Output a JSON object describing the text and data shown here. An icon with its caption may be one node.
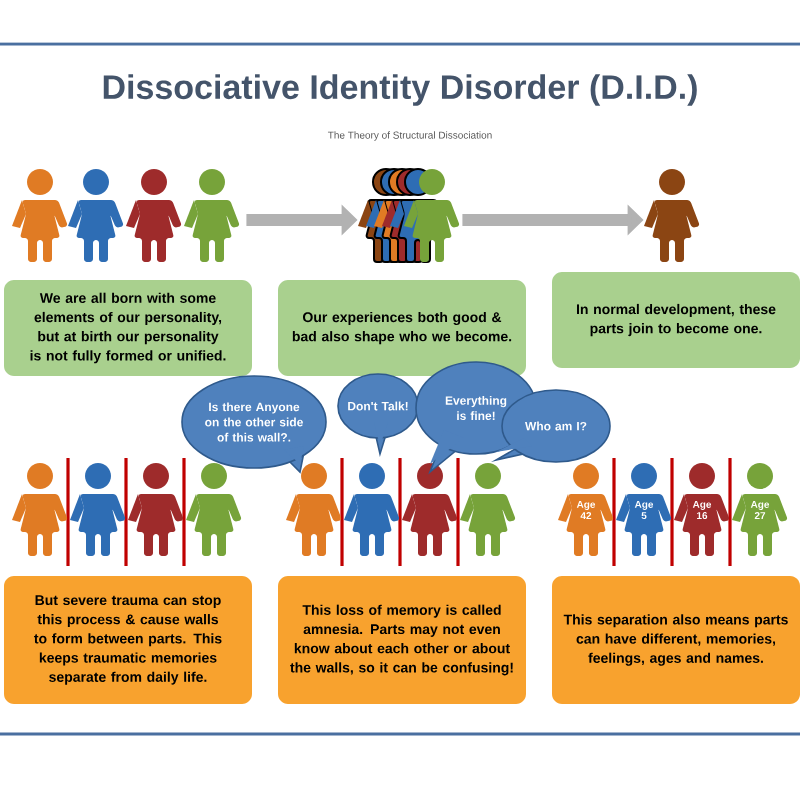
{
  "diagram": {
    "title": "Dissociative Identity Disorder (D.I.D.)",
    "nodes": [
      {
        "text": [],
        "shape": "person"
      },
      {
        "text": [],
        "shape": "person"
      },
      {
        "text": [],
        "shape": "person"
      },
      {
        "text": [
          "We are all born with some elements of our personality, but at birth our personality is not fully formed or unified."
        ]
      },
      {
        "text": [
          "Our experiences both good & bad also shape who we become."
        ]
      },
      {
        "text": [
          "In normal development, these parts join to become one."
        ]
      },
      {
        "text": [
          "Is there Anyone on the other side of this wall?."
        ]
      },
      {
        "text": [
          "Don't Talk!"
        ]
      },
      {
        "text": [
          "Everything is fine!"
        ]
      },
      {
        "text": [
          "Who am I?"
        ]
      },
      {
        "text": [
          "But severe trauma can stop this process & cause walls to form between parts. This keeps traumatic memories separate from daily life."
        ]
      },
      {
        "text": [
          "This loss of memory is called amnesia. Parts may not even know about each other or about the walls, so it can be confusing!"
        ]
      },
      {
        "text": [
          "This separation also means parts can have different, memories, feelings, ages and names."
        ]
      }
    ],
    "edges": [
      {
        "from": 0,
        "to": 1,
        "arrow": "to"
      },
      {
        "from": 1,
        "to": 2,
        "arrow": "to"
      }
    ],
    "labels": [
      "The Theory of Structural Dissociation",
      "Age 42",
      "Age 5",
      "Age 16",
      "Age 27"
    ]
  }
}
